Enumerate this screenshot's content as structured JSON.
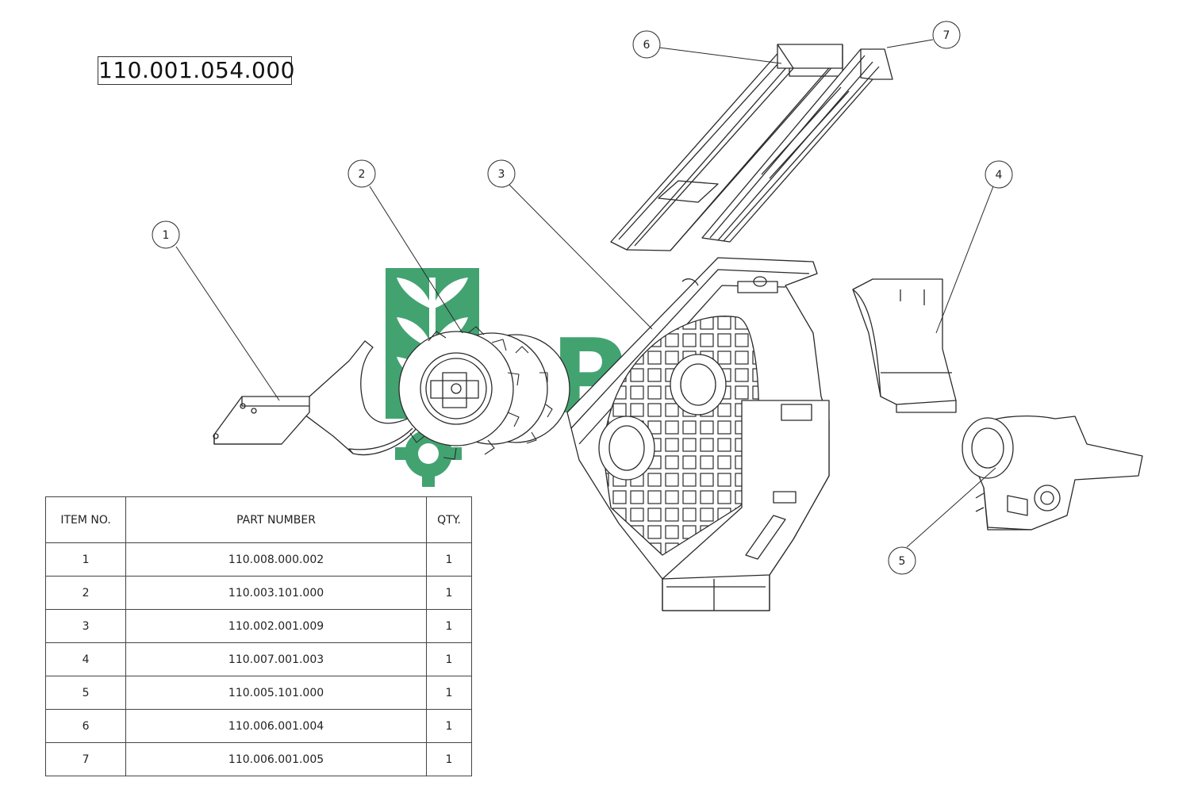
{
  "assembly_number": "110.001.054.000",
  "watermark_text": "BPC",
  "colors": {
    "watermark": "#2e9a62",
    "line": "#2a2a2a",
    "paper": "#ffffff"
  },
  "balloons": [
    "1",
    "2",
    "3",
    "4",
    "5",
    "6",
    "7"
  ],
  "bom": {
    "headers": {
      "item": "ITEM NO.",
      "part": "PART NUMBER",
      "qty": "QTY."
    },
    "rows": [
      {
        "item": "1",
        "part": "110.008.000.002",
        "qty": "1"
      },
      {
        "item": "2",
        "part": "110.003.101.000",
        "qty": "1"
      },
      {
        "item": "3",
        "part": "110.002.001.009",
        "qty": "1"
      },
      {
        "item": "4",
        "part": "110.007.001.003",
        "qty": "1"
      },
      {
        "item": "5",
        "part": "110.005.101.000",
        "qty": "1"
      },
      {
        "item": "6",
        "part": "110.006.001.004",
        "qty": "1"
      },
      {
        "item": "7",
        "part": "110.006.001.005",
        "qty": "1"
      }
    ]
  }
}
